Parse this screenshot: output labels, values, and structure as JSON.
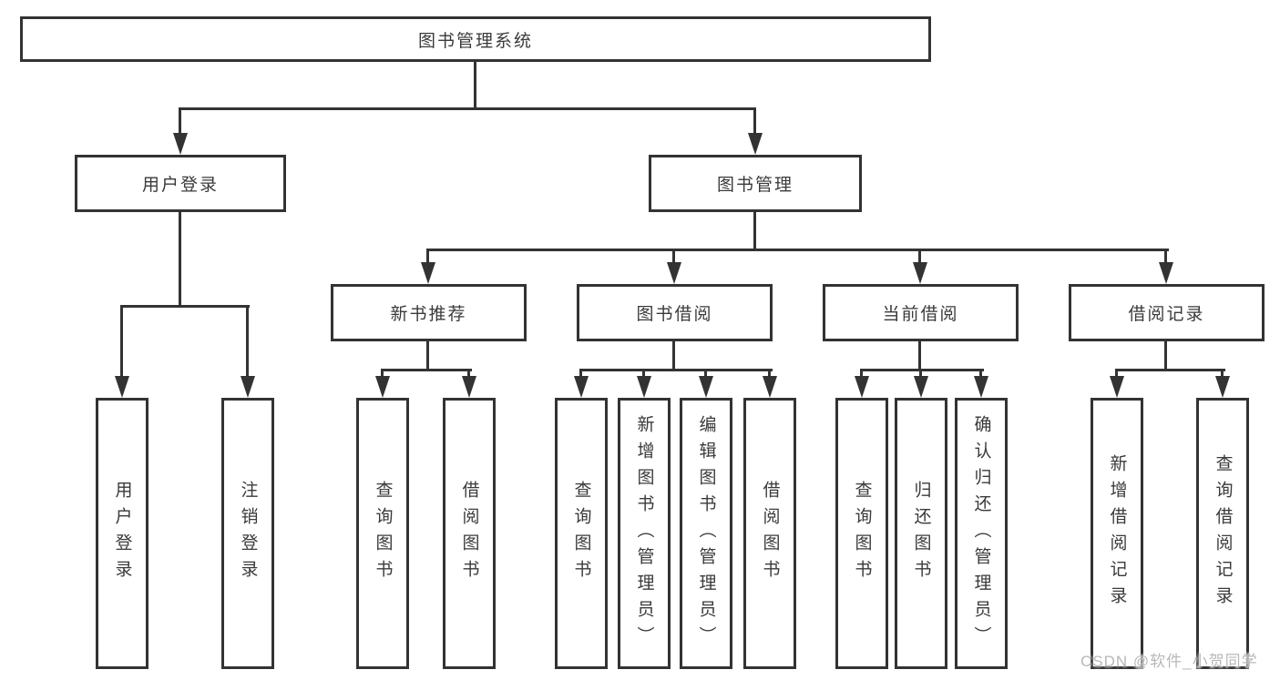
{
  "diagram": {
    "root": {
      "label": "图书管理系统"
    },
    "level2": [
      {
        "label": "用户登录",
        "children": [
          {
            "label": "用户登录"
          },
          {
            "label": "注销登录"
          }
        ]
      },
      {
        "label": "图书管理",
        "children": [
          {
            "label": "新书推荐",
            "children": [
              {
                "label": "查询图书"
              },
              {
                "label": "借阅图书"
              }
            ]
          },
          {
            "label": "图书借阅",
            "children": [
              {
                "label": "查询图书"
              },
              {
                "label": "新增图书（管理员）"
              },
              {
                "label": "编辑图书（管理员）"
              },
              {
                "label": "借阅图书"
              }
            ]
          },
          {
            "label": "当前借阅",
            "children": [
              {
                "label": "查询图书"
              },
              {
                "label": "归还图书"
              },
              {
                "label": "确认归还（管理员）"
              }
            ]
          },
          {
            "label": "借阅记录",
            "children": [
              {
                "label": "新增借阅记录"
              },
              {
                "label": "查询借阅记录"
              }
            ]
          }
        ]
      }
    ]
  },
  "watermark": {
    "text": "CSDN @软件_小贺同学"
  },
  "colors": {
    "line": "#333333",
    "text": "#3a3a3a",
    "watermark": "#b8b8b8",
    "background": "#ffffff"
  }
}
